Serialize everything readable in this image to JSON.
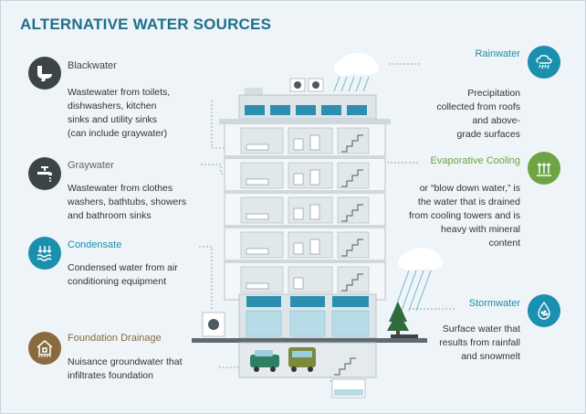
{
  "title": "ALTERNATIVE WATER SOURCES",
  "colors": {
    "title": "#1f6f8b",
    "teal": "#1b8fae",
    "green": "#6da544",
    "dark": "#3d4446",
    "brown": "#8a6a3f"
  },
  "sources": {
    "blackwater": {
      "heading": "Blackwater",
      "lines": [
        "Wastewater from toilets,",
        "dishwashers, kitchen",
        "sinks and utility sinks",
        "(can include graywater)"
      ],
      "icon": "toilet-icon"
    },
    "graywater": {
      "heading": "Graywater",
      "lines": [
        "Wastewater from clothes",
        "washers, bathtubs, showers",
        "and bathroom sinks"
      ],
      "icon": "faucet-icon"
    },
    "condensate": {
      "heading": "Condensate",
      "lines": [
        "Condensed water from air",
        "conditioning equipment"
      ],
      "icon": "condensate-icon"
    },
    "foundation": {
      "heading": "Foundation Drainage",
      "lines": [
        "Nuisance groundwater that",
        "infiltrates foundation"
      ],
      "icon": "house-drainage-icon"
    },
    "rainwater": {
      "heading": "Rainwater",
      "lines": [
        "Precipitation",
        "collected from roofs",
        "and above-",
        "grade surfaces"
      ],
      "icon": "rain-cloud-icon"
    },
    "evaporative": {
      "heading": "Evaporative Cooling",
      "lines": [
        "or “blow down water,” is",
        "the water that is drained",
        "from cooling towers and is",
        "heavy with mineral",
        "content"
      ],
      "icon": "steam-icon"
    },
    "stormwater": {
      "heading": "Stormwater",
      "lines": [
        "Surface water that",
        "results from rainfall",
        "and snowmelt"
      ],
      "icon": "water-drop-icon"
    }
  }
}
